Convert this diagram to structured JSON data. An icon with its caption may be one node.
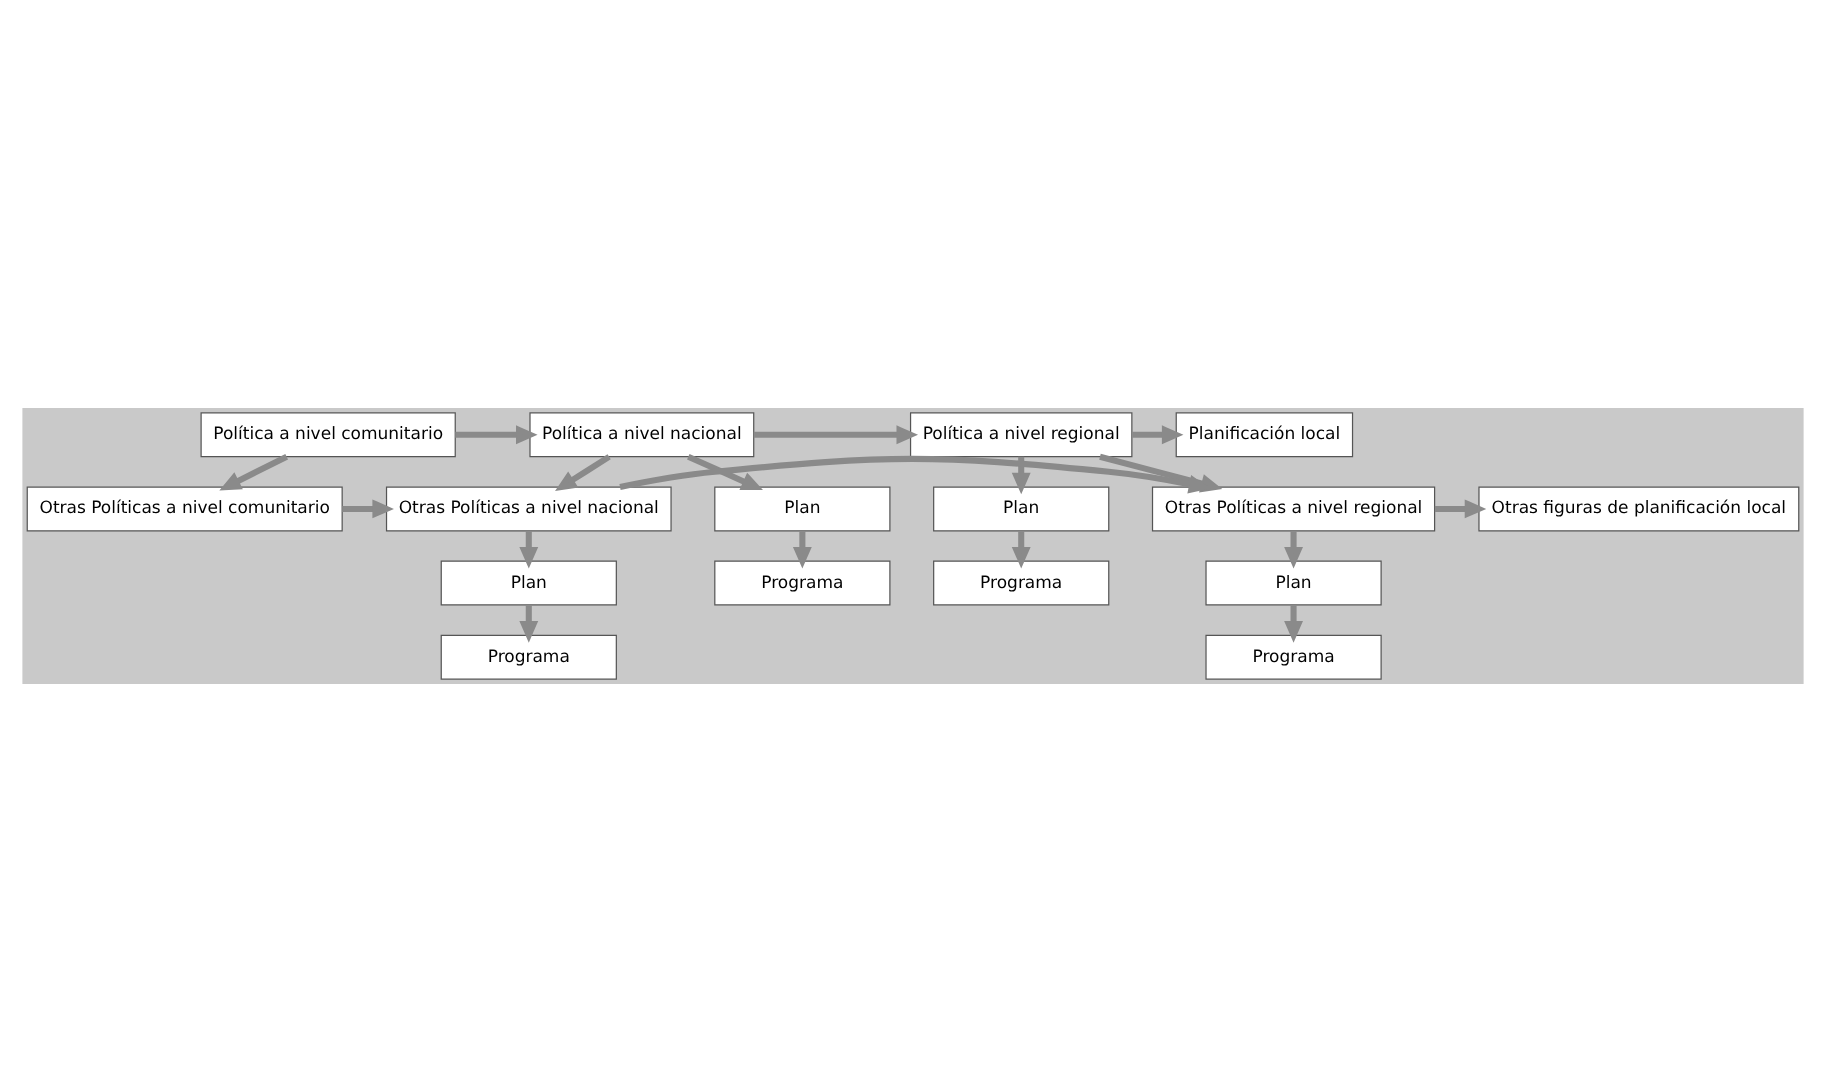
{
  "diagram": {
    "nodes": [
      {
        "text": [
          "Política a nivel comunitario"
        ]
      },
      {
        "text": [
          "Política a nivel nacional"
        ]
      },
      {
        "text": [
          "Política a nivel regional"
        ]
      },
      {
        "text": [
          "Planificación local"
        ]
      },
      {
        "text": [
          "Plan"
        ]
      },
      {
        "text": [
          "Programa"
        ]
      },
      {
        "text": [
          "Plan"
        ]
      },
      {
        "text": [
          "Programa"
        ]
      },
      {
        "text": [
          "Otras Políticas a nivel comunitario"
        ]
      },
      {
        "text": [
          "Otras Políticas a nivel nacional"
        ]
      },
      {
        "text": [
          "Otras Políticas a nivel regional"
        ]
      },
      {
        "text": [
          "Otras figuras de planificación local"
        ]
      },
      {
        "text": [
          "Plan"
        ]
      },
      {
        "text": [
          "Programa"
        ]
      },
      {
        "text": [
          "Plan"
        ]
      },
      {
        "text": [
          "Programa"
        ]
      }
    ],
    "edges": [
      {
        "from": 0,
        "to": 1,
        "arrow": "to"
      },
      {
        "from": 1,
        "to": 2,
        "arrow": "to"
      },
      {
        "from": 2,
        "to": 3,
        "arrow": "to"
      },
      {
        "from": 1,
        "to": 4,
        "arrow": "to"
      },
      {
        "from": 4,
        "to": 5,
        "arrow": "to"
      },
      {
        "from": 2,
        "to": 6,
        "arrow": "to"
      },
      {
        "from": 6,
        "to": 7,
        "arrow": "to"
      },
      {
        "from": 0,
        "to": 8,
        "arrow": "to"
      },
      {
        "from": 1,
        "to": 9,
        "arrow": "to"
      },
      {
        "from": 2,
        "to": 10,
        "arrow": "to"
      },
      {
        "from": 8,
        "to": 9,
        "arrow": "to"
      },
      {
        "from": 9,
        "to": 10,
        "arrow": "to"
      },
      {
        "from": 10,
        "to": 11,
        "arrow": "to"
      },
      {
        "from": 9,
        "to": 12,
        "arrow": "to"
      },
      {
        "from": 12,
        "to": 13,
        "arrow": "to"
      },
      {
        "from": 10,
        "to": 14,
        "arrow": "to"
      },
      {
        "from": 14,
        "to": 15,
        "arrow": "to"
      }
    ]
  }
}
